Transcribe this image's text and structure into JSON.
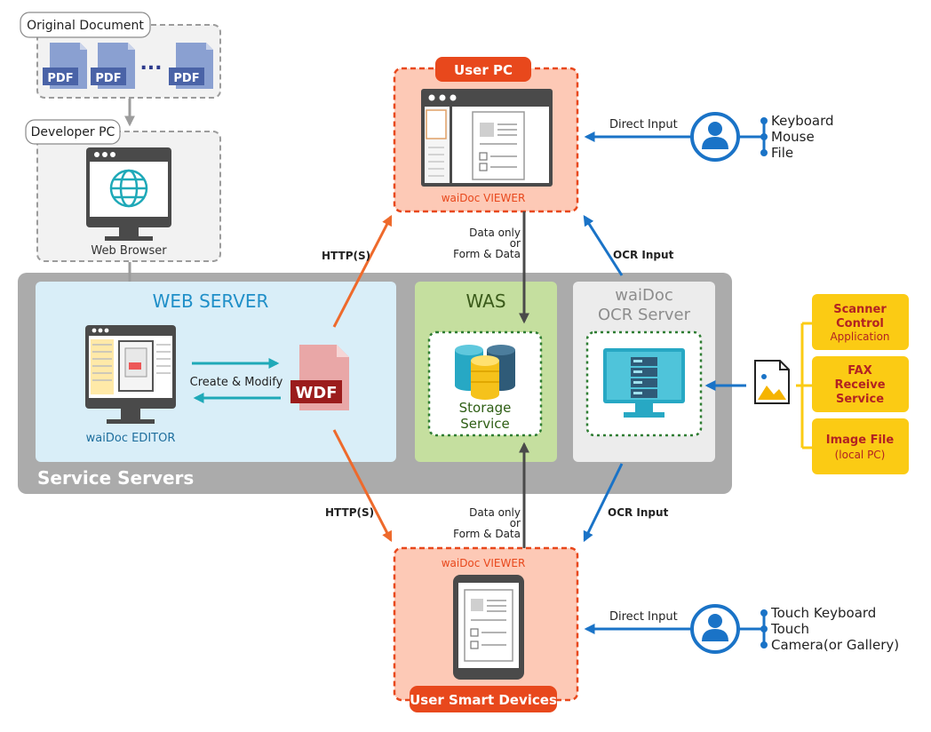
{
  "colors": {
    "dashed_gray": "#9c9c9c",
    "viewer_fill": "#fdc9b6",
    "viewer_border": "#e8481c",
    "viewer_badge": "#e8481c",
    "web_server_fill": "#d9eef8",
    "web_server_title": "#1f8fc8",
    "was_fill": "#c5df9f",
    "was_title": "#3a5a1a",
    "ocr_fill": "#ececec",
    "ocr_title": "#8d8d8d",
    "service_gray": "#ababab",
    "blue_arrow": "#1a73c7",
    "orange_arrow": "#ee6a2c",
    "teal": "#1fa9b8",
    "dark_gray": "#4a4a4a",
    "yellow": "#fbcb14",
    "pdf_blue": "#4a63a7",
    "wdf_red": "#9b1c1c"
  },
  "icons": [
    "pdf-file-icon",
    "globe-icon",
    "monitor-icon",
    "server-rack-icon",
    "database-icon",
    "user-icon",
    "image-file-icon",
    "tablet-icon",
    "wdf-file-icon"
  ],
  "original_document": {
    "label": "Original Document",
    "pdf": "PDF",
    "ellipsis": "..."
  },
  "developer_pc": {
    "label": "Developer PC",
    "caption": "Web Browser"
  },
  "service_servers": {
    "label": "Service Servers"
  },
  "web_server": {
    "title": "WEB SERVER",
    "editor_caption": "waiDoc EDITOR",
    "arrow_label": "Create & Modify",
    "wdf": "WDF"
  },
  "was": {
    "title": "WAS",
    "storage_line1": "Storage",
    "storage_line2": "Service"
  },
  "ocr_server": {
    "title_line1": "waiDoc",
    "title_line2": "OCR Server"
  },
  "user_pc": {
    "badge": "User PC",
    "viewer_caption": "waiDoc VIEWER"
  },
  "smart_devices": {
    "badge": "User Smart Devices",
    "viewer_caption": "waiDoc VIEWER"
  },
  "connections": {
    "http_top": "HTTP(S)",
    "http_bottom": "HTTP(S)",
    "data_top": [
      "Data only",
      "or",
      "Form & Data"
    ],
    "data_bottom": [
      "Data only",
      "or",
      "Form & Data"
    ],
    "ocr_top": "OCR Input",
    "ocr_bottom": "OCR Input",
    "direct_top": "Direct Input",
    "direct_bottom": "Direct Input"
  },
  "pc_inputs": [
    "Keyboard",
    "Mouse",
    "File"
  ],
  "device_inputs": [
    "Touch Keyboard",
    "Touch",
    "Camera(or Gallery)"
  ],
  "sources": [
    {
      "lines": [
        "Scanner",
        "Control"
      ],
      "sub": "Application"
    },
    {
      "lines": [
        "FAX",
        "Receive",
        "Service"
      ],
      "sub": ""
    },
    {
      "lines": [
        "Image File"
      ],
      "sub": "(local PC)"
    }
  ]
}
